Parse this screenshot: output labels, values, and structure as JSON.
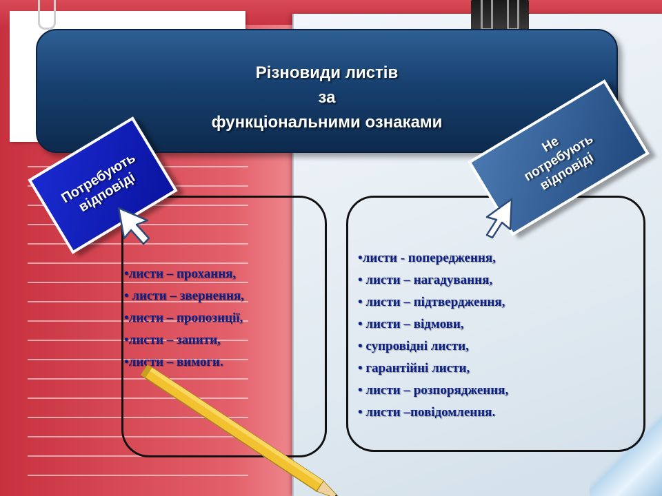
{
  "title": {
    "lines": [
      "Різновиди листів",
      "за",
      "функціональними ознаками"
    ]
  },
  "tag_left": {
    "lines": [
      "Потребують",
      "відповіді"
    ]
  },
  "tag_right": {
    "lines": [
      "Не",
      "потребують",
      "відповіді"
    ]
  },
  "list_left": {
    "items": [
      "•листи – прохання,",
      "• листи – звернення,",
      "•листи – пропозиції,",
      "•листи – запити,",
      "•листи – вимоги."
    ]
  },
  "list_right": {
    "items": [
      "•листи - попередження,",
      "• листи – нагадування,",
      "• листи – підтвердження,",
      "• листи – відмови,",
      "• супровідні листи,",
      "• гарантійні листи,",
      "• листи – розпорядження,",
      "• листи –повідомлення."
    ]
  },
  "colors": {
    "background_red": "#cf3d4a",
    "title_bar": "#17406f",
    "tag_left": "#1a2ad0",
    "tag_right": "#2f5f94",
    "list_text": "#0b1f86"
  }
}
